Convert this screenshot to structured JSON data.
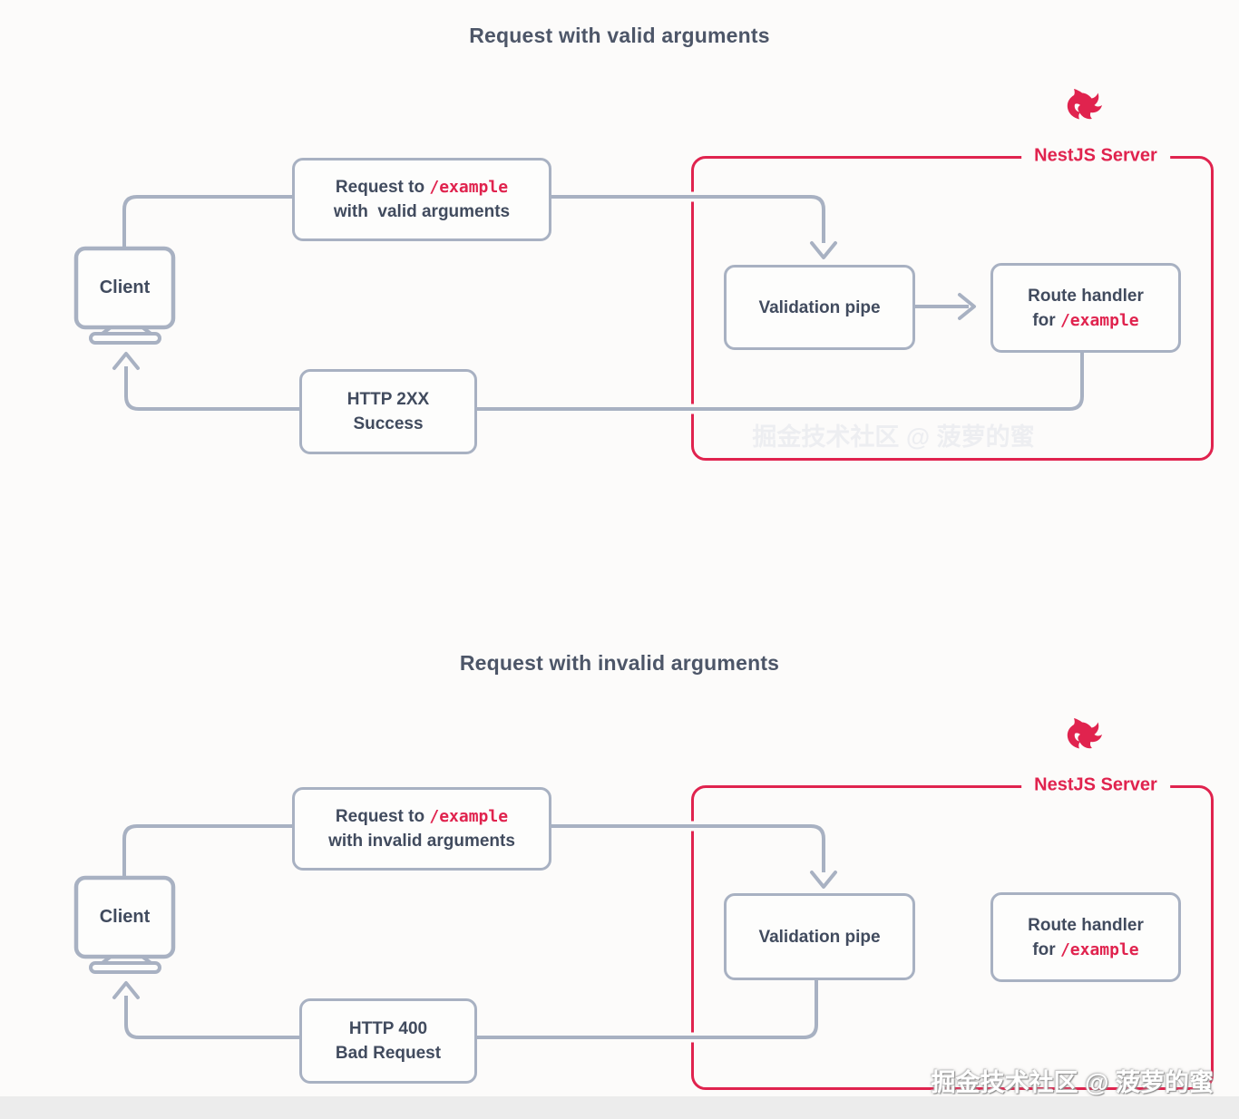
{
  "colors": {
    "accent": "#e0234e",
    "wire_gray": "#a8b1c2",
    "text_dark": "#414b5e",
    "background": "#fcfbfa"
  },
  "watermark": {
    "text": "掘金技术社区 @ 菠萝的蜜"
  },
  "diagrams": [
    {
      "title": "Request with valid arguments",
      "server_label": "NestJS Server",
      "client_label": "Client",
      "request_box": {
        "prefix": "Request to ",
        "path": "/example",
        "line2": "with  valid arguments"
      },
      "validation_box": "Validation pipe",
      "route_box": {
        "line1": "Route handler",
        "line2_prefix": "for ",
        "path": "/example"
      },
      "response_box": {
        "line1": "HTTP 2XX",
        "line2": "Success"
      }
    },
    {
      "title": "Request with invalid arguments",
      "server_label": "NestJS Server",
      "client_label": "Client",
      "request_box": {
        "prefix": "Request to ",
        "path": "/example",
        "line2": "with invalid arguments"
      },
      "validation_box": "Validation pipe",
      "route_box": {
        "line1": "Route handler",
        "line2_prefix": "for ",
        "path": "/example"
      },
      "response_box": {
        "line1": "HTTP 400",
        "line2": "Bad Request"
      }
    }
  ]
}
